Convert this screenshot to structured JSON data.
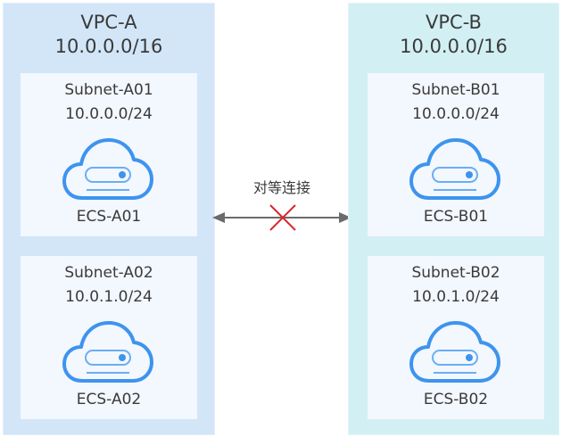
{
  "vpcs": [
    {
      "name": "VPC-A",
      "cidr": "10.0.0.0/16",
      "color": "#d2e6f8",
      "subnets": [
        {
          "name": "Subnet-A01",
          "cidr": "10.0.0.0/24",
          "ecs": "ECS-A01"
        },
        {
          "name": "Subnet-A02",
          "cidr": "10.0.1.0/24",
          "ecs": "ECS-A02"
        }
      ]
    },
    {
      "name": "VPC-B",
      "cidr": "10.0.0.0/16",
      "color": "#d2eff4",
      "subnets": [
        {
          "name": "Subnet-B01",
          "cidr": "10.0.0.0/24",
          "ecs": "ECS-B01"
        },
        {
          "name": "Subnet-B02",
          "cidr": "10.0.1.0/24",
          "ecs": "ECS-B02"
        }
      ]
    }
  ],
  "peering": {
    "label": "对等连接",
    "status": "blocked",
    "arrow_color": "#6b6b6b",
    "cross_color": "#d9262c"
  },
  "icons": {
    "server": "cloud-server-icon",
    "icon_color": "#3d94ee"
  }
}
